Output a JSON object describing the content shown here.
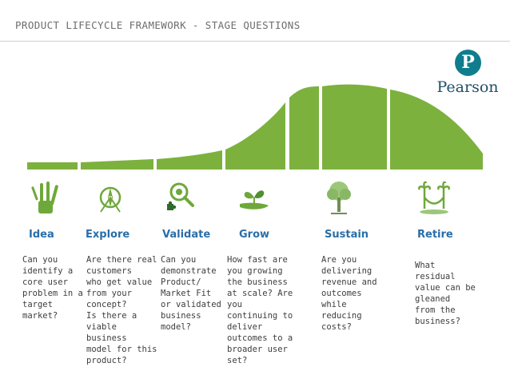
{
  "header": {
    "title": "PRODUCT LIFECYCLE FRAMEWORK - STAGE QUESTIONS"
  },
  "logo": {
    "mark": "P",
    "word": "Pearson"
  },
  "colors": {
    "curve": "#7cb13e",
    "stage_name": "#2a6ea8",
    "title": "#6d6d6d",
    "logo": "#0f7d8c"
  },
  "stages": [
    {
      "name": "Idea",
      "icon": "raised-hands-icon",
      "question": "Can you\nidentify a\ncore user\nproblem in a\ntarget\nmarket?"
    },
    {
      "name": "Explore",
      "icon": "compass-icon",
      "question": "Are there real\ncustomers\nwho get value\nfrom your\nconcept?\nIs there a\nviable\nbusiness\nmodel for this\nproduct?"
    },
    {
      "name": "Validate",
      "icon": "magnifier-puzzle-icon",
      "question": "Can you\ndemonstrate\nProduct/\nMarket Fit\nor validated\nbusiness\nmodel?"
    },
    {
      "name": "Grow",
      "icon": "seedling-hand-icon",
      "question": "How fast are\nyou growing\nthe business\nat scale? Are\nyou\ncontinuing to\ndeliver\noutcomes to a\nbroader user\nset?"
    },
    {
      "name": "Sustain",
      "icon": "tree-icon",
      "question": "Are you\ndelivering\nrevenue and\noutcomes\nwhile\nreducing\ncosts?"
    },
    {
      "name": "Retire",
      "icon": "palm-hammock-icon",
      "question": "What\nresidual\nvalue can be\ngleaned\nfrom the\nbusiness?"
    }
  ]
}
